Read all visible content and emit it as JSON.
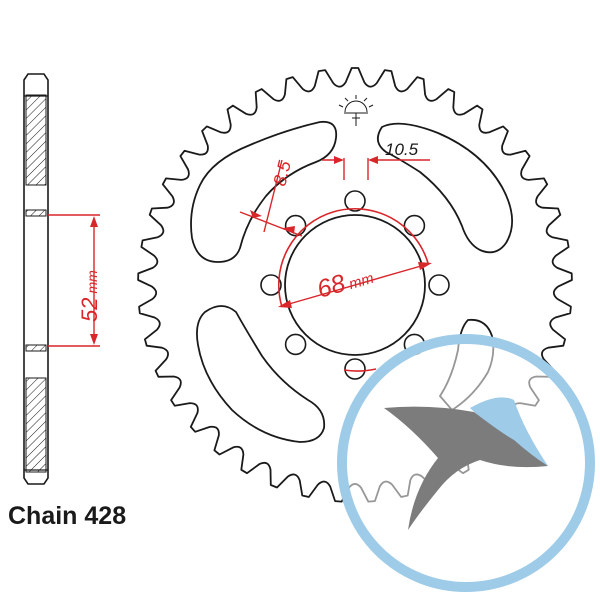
{
  "caption": "Chain 428",
  "dimensions": {
    "hub_height": {
      "value": "52",
      "unit": "mm"
    },
    "bore": {
      "value": "68",
      "unit": "mm"
    },
    "hole_left": {
      "value": "8.5"
    },
    "hole_right": {
      "value": "10.5"
    }
  },
  "sprocket": {
    "teeth": 41,
    "bolt_holes": 8
  },
  "colors": {
    "line": "#1a1a1a",
    "dimension": "#d9262a",
    "badge_ring": "#9ecbe8",
    "badge_wing_dark": "#7c7c7c",
    "badge_wing_light": "#9ecbe8"
  }
}
